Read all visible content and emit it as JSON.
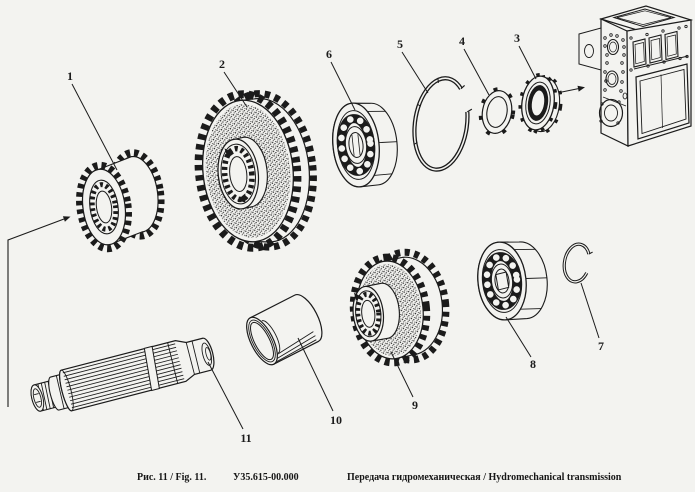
{
  "colors": {
    "paper": "#f3f3f0",
    "ink": "#1b1b1b"
  },
  "caption": {
    "figure_label": "Рис. 11 / Fig. 11.",
    "drawing_code": "У35.615-00.000",
    "title": "Передача гидромеханическая / Hydromechanical transmission"
  },
  "callouts": [
    "1",
    "2",
    "3",
    "4",
    "5",
    "6",
    "7",
    "8",
    "9",
    "10",
    "11"
  ]
}
